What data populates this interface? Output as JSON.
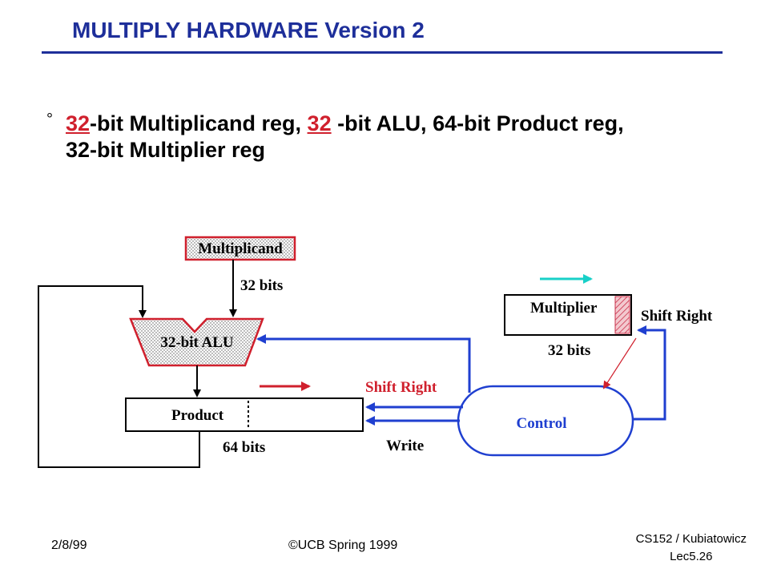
{
  "slide": {
    "title": "MULTIPLY HARDWARE Version 2",
    "bullet_mark": "°",
    "bullet": {
      "p1": "32",
      "p2": "-bit Multiplicand reg, ",
      "p3": "32",
      "p4": " -bit ALU, 64-bit Product reg,",
      "line2": "32-bit Multiplier reg"
    }
  },
  "diagram": {
    "multiplicand_label": "Multiplicand",
    "multiplicand_bits": "32 bits",
    "alu_label": "32-bit ALU",
    "product_label": "Product",
    "product_bits": "64 bits",
    "multiplier_label": "Multiplier",
    "multiplier_bits": "32 bits",
    "multiplier_shift": "Shift Right",
    "product_shift": "Shift Right",
    "write_label": "Write",
    "control_label": "Control",
    "colors": {
      "title": "#1e2f9a",
      "red": "#d0202d",
      "blue": "#1f3fd0",
      "teal": "#18d0c8"
    }
  },
  "footer": {
    "date": "2/8/99",
    "copyright": "©UCB Spring 1999",
    "course": "CS152 / Kubiatowicz",
    "lecture": "Lec5.26"
  }
}
